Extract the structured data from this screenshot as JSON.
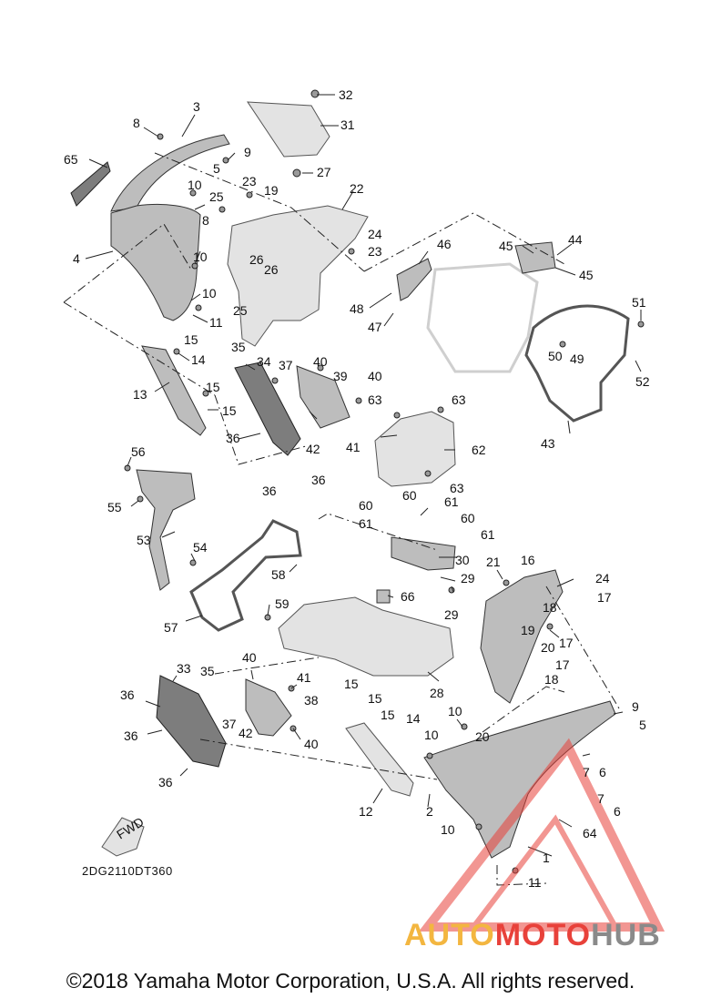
{
  "callouts": [
    {
      "id": "c1",
      "text": "1"
    },
    {
      "id": "c2",
      "text": "2"
    },
    {
      "id": "c3",
      "text": "3"
    },
    {
      "id": "c4",
      "text": "4"
    },
    {
      "id": "c5a",
      "text": "5"
    },
    {
      "id": "c5b",
      "text": "5"
    },
    {
      "id": "c6a",
      "text": "6"
    },
    {
      "id": "c6b",
      "text": "6"
    },
    {
      "id": "c7a",
      "text": "7"
    },
    {
      "id": "c7b",
      "text": "7"
    },
    {
      "id": "c8a",
      "text": "8"
    },
    {
      "id": "c8b",
      "text": "8"
    },
    {
      "id": "c9a",
      "text": "9"
    },
    {
      "id": "c9b",
      "text": "9"
    },
    {
      "id": "c10a",
      "text": "10"
    },
    {
      "id": "c10b",
      "text": "10"
    },
    {
      "id": "c10c",
      "text": "10"
    },
    {
      "id": "c10d",
      "text": "10"
    },
    {
      "id": "c10e",
      "text": "10"
    },
    {
      "id": "c10f",
      "text": "10"
    },
    {
      "id": "c11a",
      "text": "11"
    },
    {
      "id": "c11b",
      "text": "11"
    },
    {
      "id": "c12",
      "text": "12"
    },
    {
      "id": "c13",
      "text": "13"
    },
    {
      "id": "c14a",
      "text": "14"
    },
    {
      "id": "c14b",
      "text": "14"
    },
    {
      "id": "c15a",
      "text": "15"
    },
    {
      "id": "c15b",
      "text": "15"
    },
    {
      "id": "c15c",
      "text": "15"
    },
    {
      "id": "c15d",
      "text": "15"
    },
    {
      "id": "c15e",
      "text": "15"
    },
    {
      "id": "c15f",
      "text": "15"
    },
    {
      "id": "c16",
      "text": "16"
    },
    {
      "id": "c17a",
      "text": "17"
    },
    {
      "id": "c17b",
      "text": "17"
    },
    {
      "id": "c17c",
      "text": "17"
    },
    {
      "id": "c18a",
      "text": "18"
    },
    {
      "id": "c18b",
      "text": "18"
    },
    {
      "id": "c19a",
      "text": "19"
    },
    {
      "id": "c19b",
      "text": "19"
    },
    {
      "id": "c20a",
      "text": "20"
    },
    {
      "id": "c20b",
      "text": "20"
    },
    {
      "id": "c21",
      "text": "21"
    },
    {
      "id": "c22",
      "text": "22"
    },
    {
      "id": "c23a",
      "text": "23"
    },
    {
      "id": "c23b",
      "text": "23"
    },
    {
      "id": "c24a",
      "text": "24"
    },
    {
      "id": "c24b",
      "text": "24"
    },
    {
      "id": "c25a",
      "text": "25"
    },
    {
      "id": "c25b",
      "text": "25"
    },
    {
      "id": "c26a",
      "text": "26"
    },
    {
      "id": "c26b",
      "text": "26"
    },
    {
      "id": "c27",
      "text": "27"
    },
    {
      "id": "c28",
      "text": "28"
    },
    {
      "id": "c29a",
      "text": "29"
    },
    {
      "id": "c29b",
      "text": "29"
    },
    {
      "id": "c30",
      "text": "30"
    },
    {
      "id": "c31",
      "text": "31"
    },
    {
      "id": "c32",
      "text": "32"
    },
    {
      "id": "c33",
      "text": "33"
    },
    {
      "id": "c34",
      "text": "34"
    },
    {
      "id": "c35a",
      "text": "35"
    },
    {
      "id": "c35b",
      "text": "35"
    },
    {
      "id": "c36a",
      "text": "36"
    },
    {
      "id": "c36b",
      "text": "36"
    },
    {
      "id": "c36c",
      "text": "36"
    },
    {
      "id": "c36d",
      "text": "36"
    },
    {
      "id": "c36e",
      "text": "36"
    },
    {
      "id": "c36f",
      "text": "36"
    },
    {
      "id": "c37a",
      "text": "37"
    },
    {
      "id": "c37b",
      "text": "37"
    },
    {
      "id": "c38",
      "text": "38"
    },
    {
      "id": "c39",
      "text": "39"
    },
    {
      "id": "c40a",
      "text": "40"
    },
    {
      "id": "c40b",
      "text": "40"
    },
    {
      "id": "c40c",
      "text": "40"
    },
    {
      "id": "c40d",
      "text": "40"
    },
    {
      "id": "c41a",
      "text": "41"
    },
    {
      "id": "c41b",
      "text": "41"
    },
    {
      "id": "c42a",
      "text": "42"
    },
    {
      "id": "c42b",
      "text": "42"
    },
    {
      "id": "c43",
      "text": "43"
    },
    {
      "id": "c44",
      "text": "44"
    },
    {
      "id": "c45a",
      "text": "45"
    },
    {
      "id": "c45b",
      "text": "45"
    },
    {
      "id": "c46",
      "text": "46"
    },
    {
      "id": "c47",
      "text": "47"
    },
    {
      "id": "c48",
      "text": "48"
    },
    {
      "id": "c49",
      "text": "49"
    },
    {
      "id": "c50",
      "text": "50"
    },
    {
      "id": "c51",
      "text": "51"
    },
    {
      "id": "c52",
      "text": "52"
    },
    {
      "id": "c53",
      "text": "53"
    },
    {
      "id": "c54",
      "text": "54"
    },
    {
      "id": "c55",
      "text": "55"
    },
    {
      "id": "c56",
      "text": "56"
    },
    {
      "id": "c57",
      "text": "57"
    },
    {
      "id": "c58",
      "text": "58"
    },
    {
      "id": "c59",
      "text": "59"
    },
    {
      "id": "c60a",
      "text": "60"
    },
    {
      "id": "c60b",
      "text": "60"
    },
    {
      "id": "c60c",
      "text": "60"
    },
    {
      "id": "c61a",
      "text": "61"
    },
    {
      "id": "c61b",
      "text": "61"
    },
    {
      "id": "c61c",
      "text": "61"
    },
    {
      "id": "c62",
      "text": "62"
    },
    {
      "id": "c63a",
      "text": "63"
    },
    {
      "id": "c63b",
      "text": "63"
    },
    {
      "id": "c63c",
      "text": "63"
    },
    {
      "id": "c64",
      "text": "64"
    },
    {
      "id": "c65",
      "text": "65"
    },
    {
      "id": "c66",
      "text": "66"
    }
  ],
  "fwd_label": "FWD",
  "drawing_code": "2DG2110DT360",
  "watermark": {
    "part1": "AUTO",
    "part2": "MOTO",
    "part3": "HUB",
    "color1": "#f3b640",
    "color2": "#e8413a",
    "color3": "#8a8a8a"
  },
  "copyright": "©2018 Yamaha Motor Corporation, U.S.A. All rights reserved."
}
